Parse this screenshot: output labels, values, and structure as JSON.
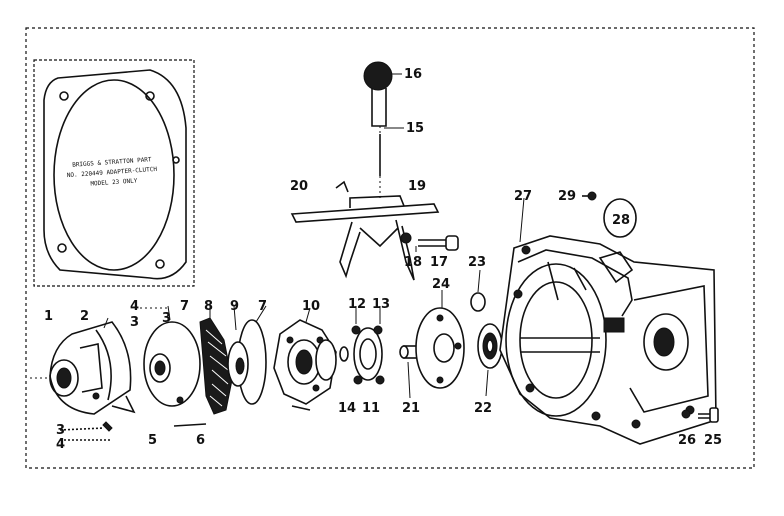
{
  "plate_text": [
    "BRIGGS & STRATTON PART",
    "NO. 220449 ADAPTER-CLUTCH",
    "MODEL 23 ONLY"
  ],
  "callouts": {
    "c1": "1",
    "c2": "2",
    "c3a": "3",
    "c3b": "3",
    "c3c": "3",
    "c4a": "4",
    "c4b": "4",
    "c5": "5",
    "c6": "6",
    "c7a": "7",
    "c7b": "7",
    "c8": "8",
    "c9": "9",
    "c10": "10",
    "c11": "11",
    "c12": "12",
    "c13": "13",
    "c14": "14",
    "c15": "15",
    "c16": "16",
    "c17": "17",
    "c18": "18",
    "c19": "19",
    "c20": "20",
    "c21": "21",
    "c22": "22",
    "c23": "23",
    "c24": "24",
    "c25": "25",
    "c26": "26",
    "c27": "27",
    "c28": "28",
    "c29": "29"
  }
}
